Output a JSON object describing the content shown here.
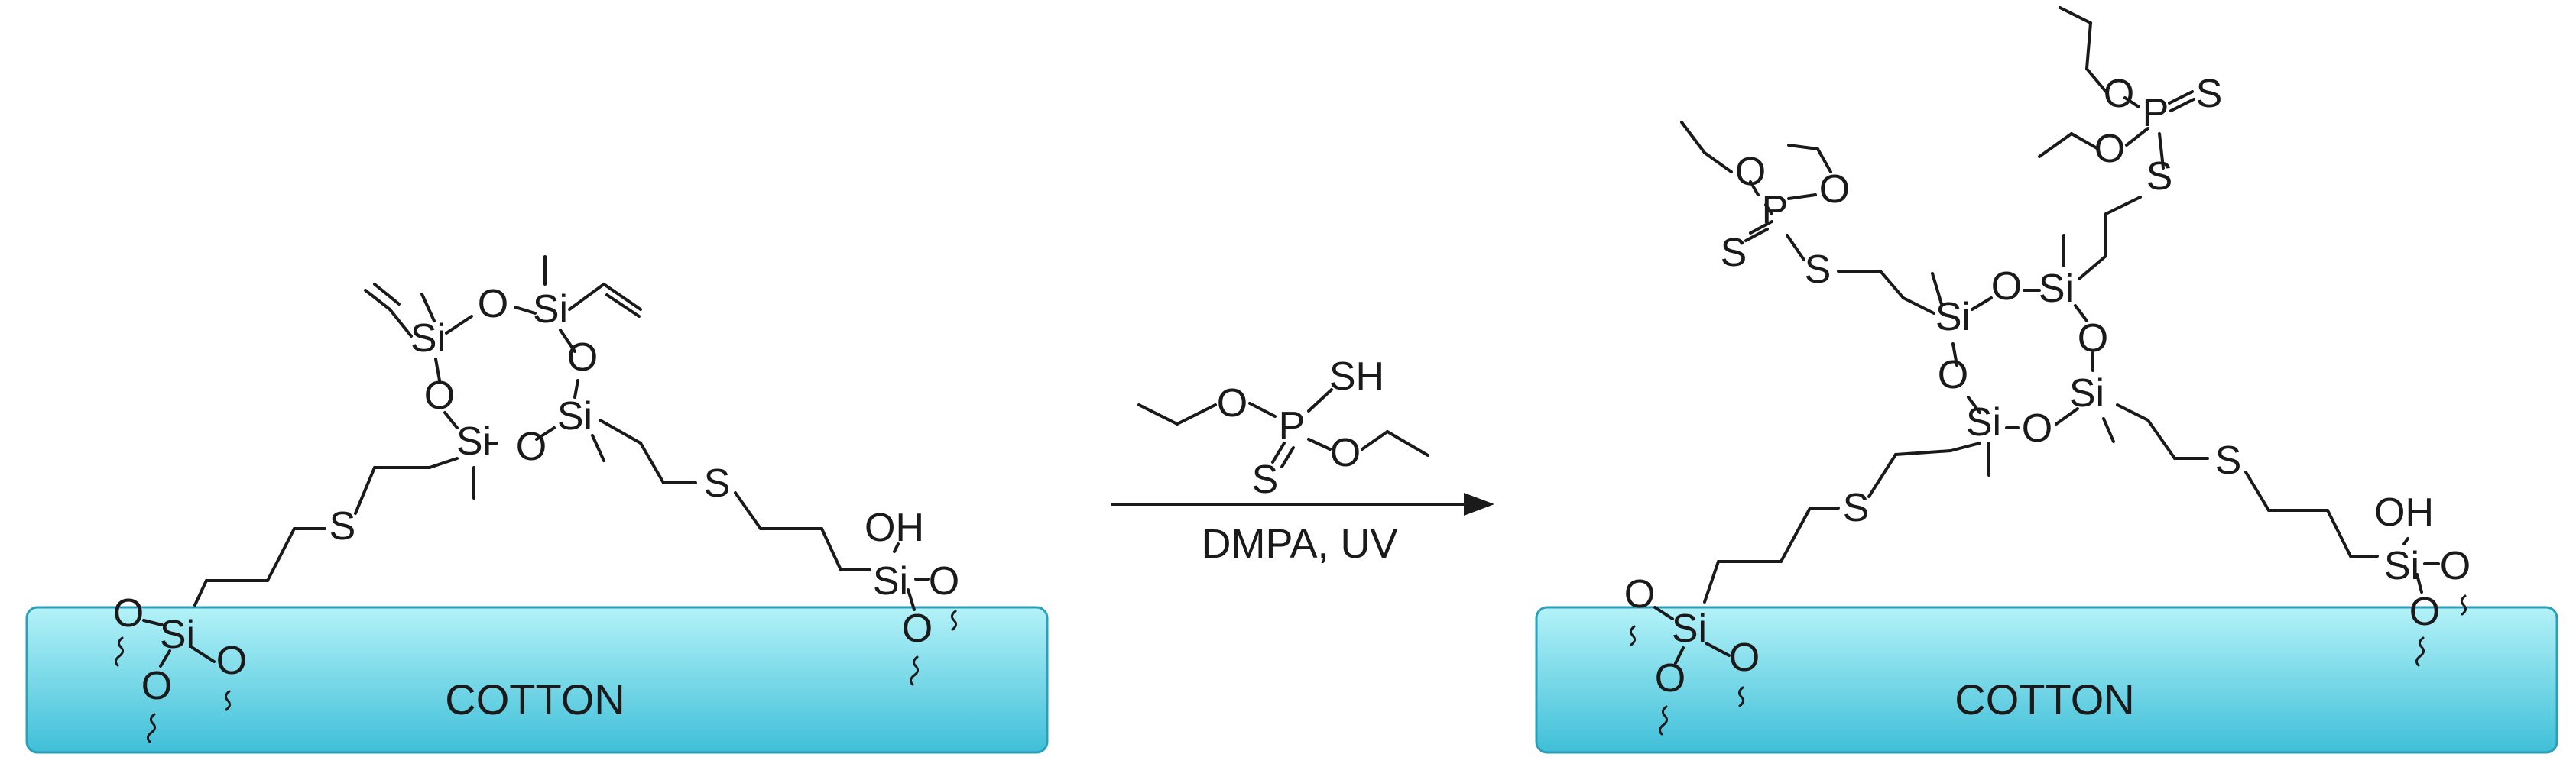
{
  "substrate": {
    "label": "COTTON",
    "color_top": "#b4f2f8",
    "color_bottom": "#3fbfd8"
  },
  "reaction": {
    "conditions": "DMPA, UV"
  },
  "atoms": {
    "si": "Si",
    "o": "O",
    "s": "S",
    "p": "P",
    "oh": "OH",
    "sh": "SH"
  }
}
